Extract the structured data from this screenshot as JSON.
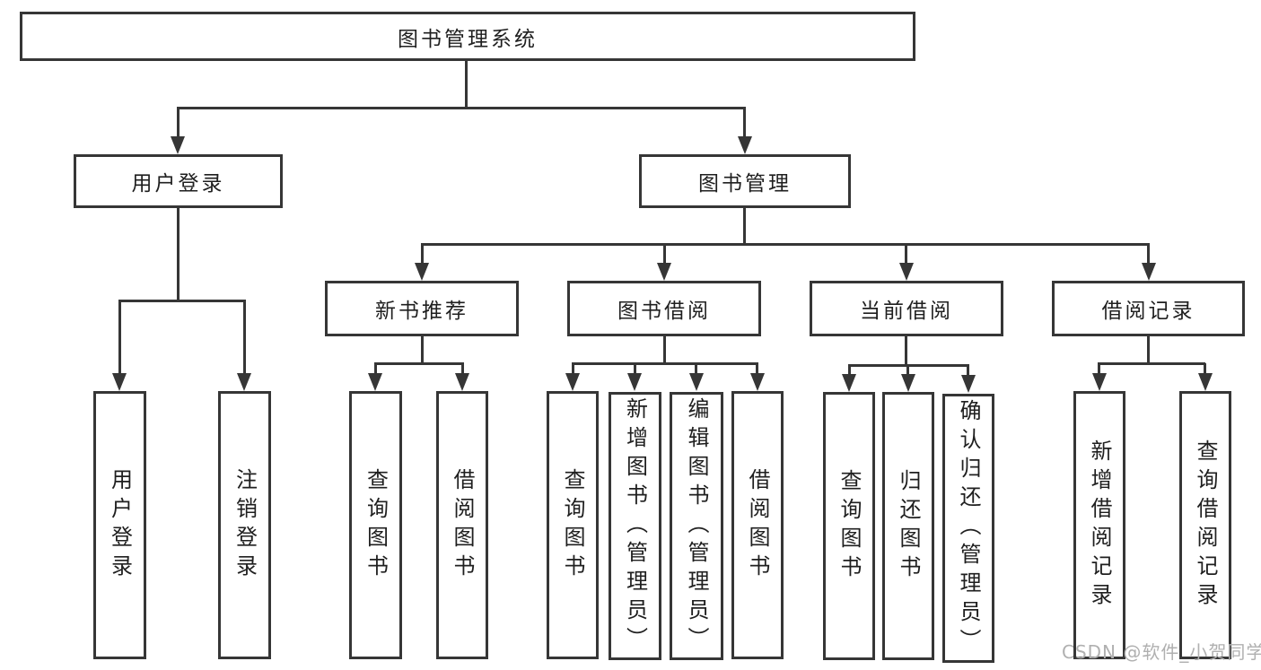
{
  "colors": {
    "line": "#363636",
    "text": "#1f1f1f",
    "background": "#ffffff",
    "watermark": "#b0b0b0"
  },
  "watermark": {
    "text": "CSDN @软件_小贺同学"
  },
  "tree": {
    "root": {
      "label": "图书管理系统",
      "children": [
        {
          "label": "用户登录",
          "children": [
            {
              "label": "用户登录"
            },
            {
              "label": "注销登录"
            }
          ]
        },
        {
          "label": "图书管理",
          "children": [
            {
              "label": "新书推荐",
              "children": [
                {
                  "label": "查询图书"
                },
                {
                  "label": "借阅图书"
                }
              ]
            },
            {
              "label": "图书借阅",
              "children": [
                {
                  "label": "查询图书"
                },
                {
                  "label": "新增图书（管理员）"
                },
                {
                  "label": "编辑图书（管理员）"
                },
                {
                  "label": "借阅图书"
                }
              ]
            },
            {
              "label": "当前借阅",
              "children": [
                {
                  "label": "查询图书"
                },
                {
                  "label": "归还图书"
                },
                {
                  "label": "确认归还（管理员）"
                }
              ]
            },
            {
              "label": "借阅记录",
              "children": [
                {
                  "label": "新增借阅记录"
                },
                {
                  "label": "查询借阅记录"
                }
              ]
            }
          ]
        }
      ]
    }
  }
}
